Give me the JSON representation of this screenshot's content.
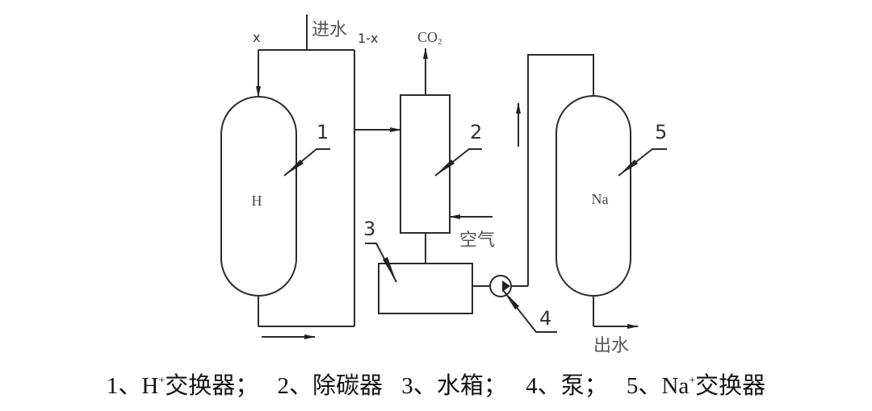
{
  "diagram": {
    "title": "H-Na ion exchange water treatment process",
    "nodes": [
      {
        "id": "1",
        "label": "H",
        "name": "H+ exchanger",
        "callout": "1"
      },
      {
        "id": "2",
        "label": "",
        "name": "Decarbonator",
        "callout": "2"
      },
      {
        "id": "3",
        "label": "",
        "name": "Water tank",
        "callout": "3"
      },
      {
        "id": "4",
        "label": "",
        "name": "Pump",
        "callout": "4"
      },
      {
        "id": "5",
        "label": "Na",
        "name": "Na+ exchanger",
        "callout": "5"
      }
    ],
    "edges": [
      {
        "from": "inlet",
        "to": "1",
        "label": "x"
      },
      {
        "from": "inlet",
        "to": "2",
        "label": "1-x"
      },
      {
        "from": "1",
        "to": "2"
      },
      {
        "from": "air",
        "to": "2"
      },
      {
        "from": "2",
        "to": "CO2"
      },
      {
        "from": "2",
        "to": "3"
      },
      {
        "from": "3",
        "to": "4"
      },
      {
        "from": "4",
        "to": "5"
      },
      {
        "from": "5",
        "to": "outlet"
      }
    ],
    "labels": {
      "inlet": "进水",
      "split_x": "x",
      "split_1x": "1-x",
      "co2": "CO",
      "co2_sub": "2",
      "air": "空气",
      "outlet": "出水",
      "tank_h": "H",
      "tank_na": "Na",
      "callout_1": "1",
      "callout_2": "2",
      "callout_3": "3",
      "callout_4": "4",
      "callout_5": "5"
    }
  },
  "caption": {
    "items": [
      {
        "num": "1、",
        "pre": "H",
        "sup": "+",
        "text": "交换器；"
      },
      {
        "num": "2、",
        "pre": "",
        "sup": "",
        "text": "除碳器"
      },
      {
        "num": "3、",
        "pre": "",
        "sup": "",
        "text": "水箱；"
      },
      {
        "num": "4、",
        "pre": "",
        "sup": "",
        "text": "泵；"
      },
      {
        "num": "5、",
        "pre": "Na",
        "sup": "+",
        "text": "交换器"
      }
    ]
  }
}
